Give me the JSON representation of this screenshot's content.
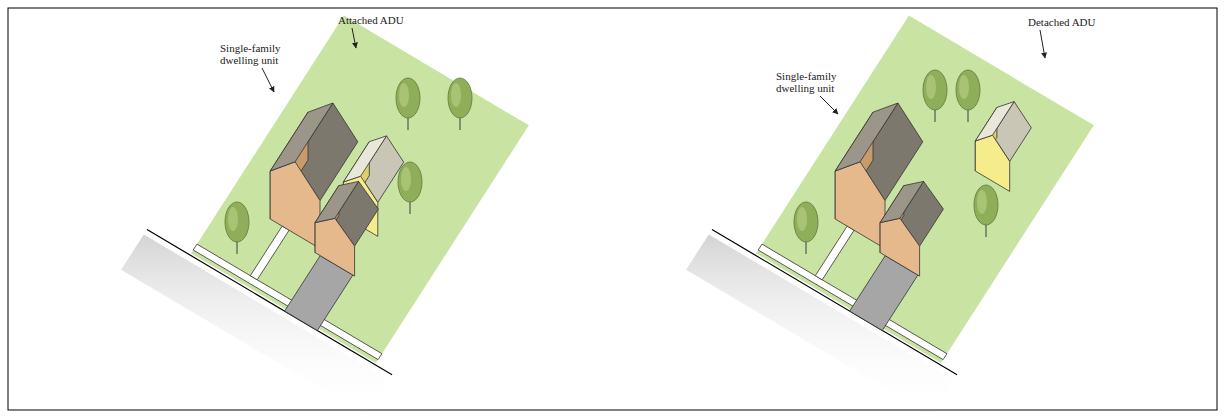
{
  "diagram": {
    "labels": [
      "Attached ADU",
      "Single-family dwelling unit",
      "Detached ADU",
      "Single-family dwelling unit"
    ]
  }
}
